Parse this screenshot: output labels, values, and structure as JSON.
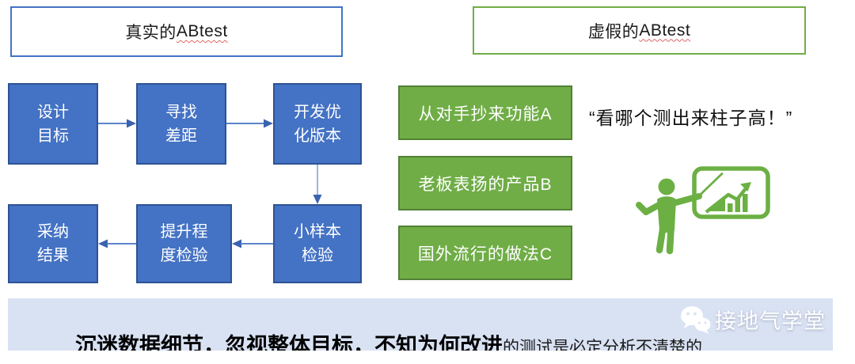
{
  "real_section": {
    "title_zh": "真实的",
    "title_en": "ABtest",
    "flow_row1": [
      {
        "line1": "设计",
        "line2": "目标"
      },
      {
        "line1": "寻找",
        "line2": "差距"
      },
      {
        "line1": "开发优",
        "line2": "化版本"
      }
    ],
    "flow_row2": [
      {
        "line1": "采纳",
        "line2": "结果"
      },
      {
        "line1": "提升程",
        "line2": "度检验"
      },
      {
        "line1": "小样本",
        "line2": "检验"
      }
    ]
  },
  "fake_section": {
    "title_zh": "虚假的",
    "title_en": "ABtest",
    "items": [
      {
        "label": "从对手抄来功能A"
      },
      {
        "label": "老板表扬的产品B"
      },
      {
        "label": "国外流行的做法C"
      }
    ],
    "quote": "“看哪个测出来柱子高！”",
    "illustration": "presenter-pointing-at-growth-chart"
  },
  "footer": {
    "bold_text": "沉迷数据细节，忽视整体目标，不知为何改进",
    "regular_text": "的测试是必定分析不",
    "obscured_text": "清楚的",
    "watermark_text": "接地气学堂",
    "watermark_icon": "wechat-icon"
  },
  "colors": {
    "blue_fill": "#4472C4",
    "blue_border": "#2E5395",
    "green_fill": "#70AD47",
    "green_border": "#538135",
    "footer_bg": "#D9E2F3",
    "spellcheck_red": "#E06666"
  }
}
